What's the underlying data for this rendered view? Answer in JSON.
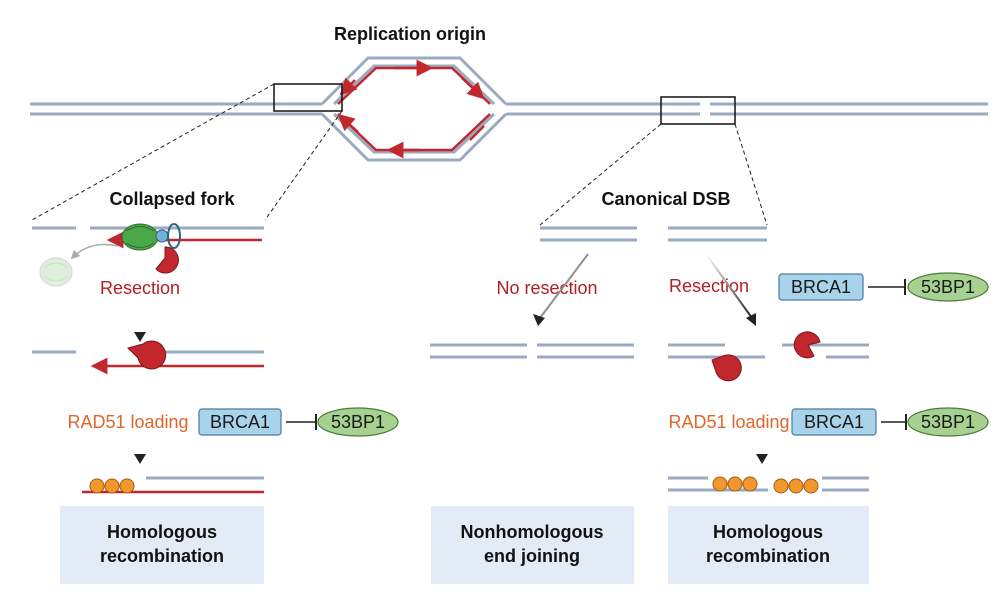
{
  "labels": {
    "replication_origin": "Replication origin",
    "collapsed_fork": "Collapsed fork",
    "canonical_dsb": "Canonical DSB",
    "resection_left": "Resection",
    "no_resection": "No resection",
    "resection_right": "Resection",
    "rad51_left": "RAD51 loading",
    "rad51_right": "RAD51 loading"
  },
  "boxes": {
    "brca1_left": "BRCA1",
    "bp53_left": "53BP1",
    "brca1_top_right": "BRCA1",
    "bp53_top_right": "53BP1",
    "brca1_right": "BRCA1",
    "bp53_right": "53BP1"
  },
  "outcomes": {
    "hr_left_l1": "Homologous",
    "hr_left_l2": "recombination",
    "nhej_l1": "Nonhomologous",
    "nhej_l2": "end joining",
    "hr_right_l1": "Homologous",
    "hr_right_l2": "recombination"
  },
  "colors": {
    "dna_strand": "#9aaabf",
    "nascent_strand": "#c1272d",
    "label_red": "#b01f24",
    "label_orange": "#e0662a",
    "brca1_fill": "#a9d3ea",
    "bp53_fill": "#a6d190",
    "outcome_fill": "#e3ecf6",
    "rad51_fill": "#f2962e",
    "exonuclease": "#c1272d",
    "helicase": "#4aa84a"
  }
}
